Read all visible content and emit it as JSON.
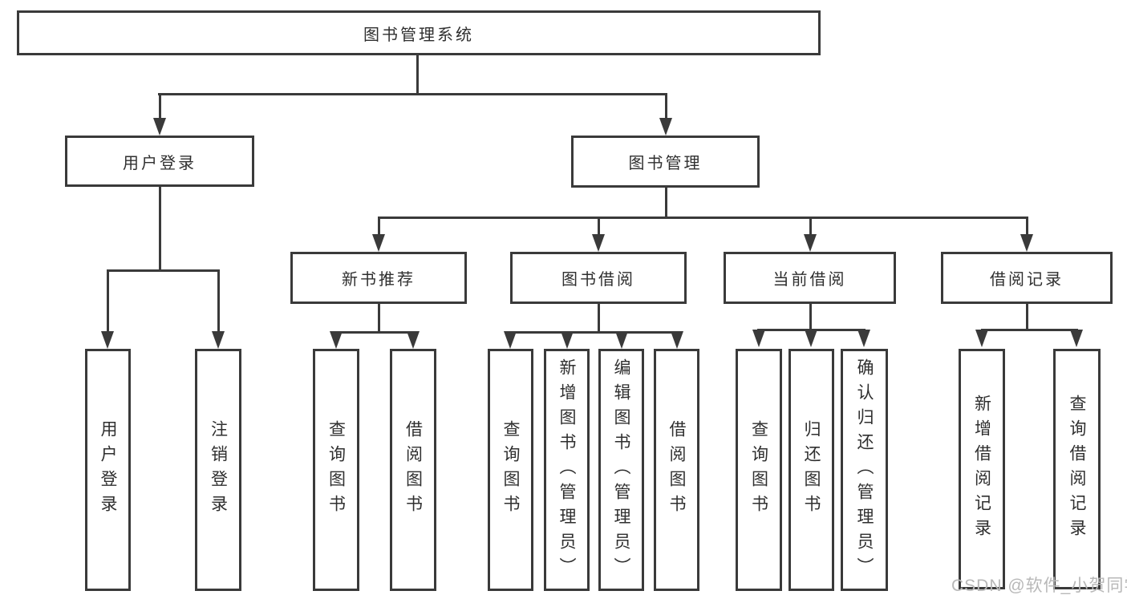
{
  "tree": {
    "label": "图书管理系统",
    "children": [
      {
        "label": "用户登录",
        "children": [
          {
            "label": "用户登录"
          },
          {
            "label": "注销登录"
          }
        ]
      },
      {
        "label": "图书管理",
        "children": [
          {
            "label": "新书推荐",
            "children": [
              {
                "label": "查询图书"
              },
              {
                "label": "借阅图书"
              }
            ]
          },
          {
            "label": "图书借阅",
            "children": [
              {
                "label": "查询图书"
              },
              {
                "label": "新增图书（管理员）"
              },
              {
                "label": "编辑图书（管理员）"
              },
              {
                "label": "借阅图书"
              }
            ]
          },
          {
            "label": "当前借阅",
            "children": [
              {
                "label": "查询图书"
              },
              {
                "label": "归还图书"
              },
              {
                "label": "确认归还（管理员）"
              }
            ]
          },
          {
            "label": "借阅记录",
            "children": [
              {
                "label": "新增借阅记录"
              },
              {
                "label": "查询借阅记录"
              }
            ]
          }
        ]
      }
    ]
  },
  "watermark": "CSDN @软件_小贺同学",
  "colors": {
    "line": "#3a3a3a",
    "text": "#2f2f2f",
    "background": "#ffffff",
    "watermark": "#b8b8b8"
  }
}
